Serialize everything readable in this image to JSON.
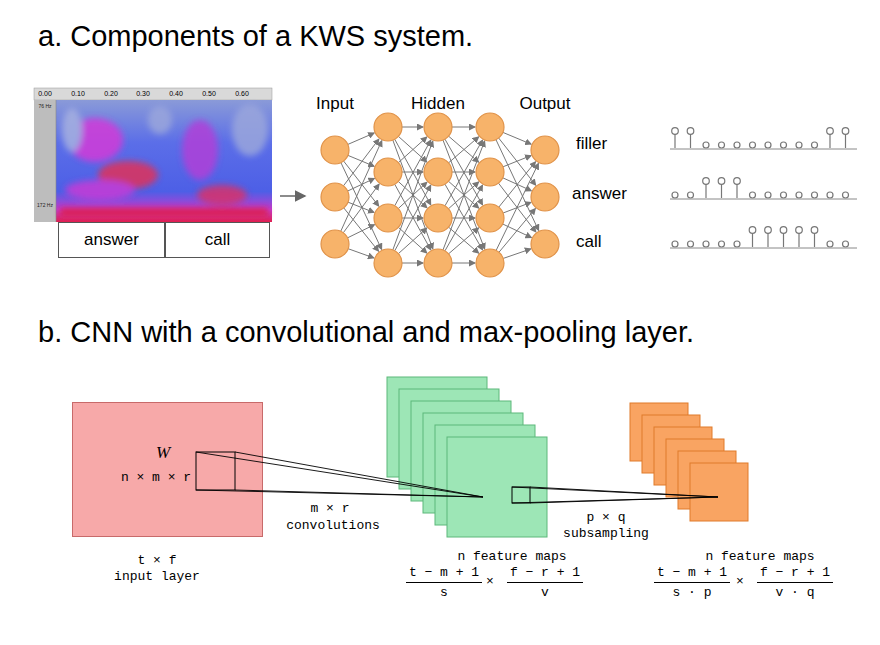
{
  "diagram": {
    "title": "a. Components of a KWS system.",
    "nodes": [
      {
        "text": [
          "answer"
        ]
      },
      {
        "text": [
          "call"
        ]
      },
      {
        "text": [
          "W",
          "n × m × r"
        ]
      }
    ],
    "labels": [
      "b. CNN with a convolutional and max-pooling layer.",
      "0.00",
      "0.10",
      "0.20",
      "0.30",
      "0.40",
      "0.50",
      "0.60",
      "76 Hz",
      "172 Hz",
      "Input",
      "Hidden",
      "Output",
      "filler",
      "answer",
      "call",
      "t × f",
      "input layer",
      "m × r",
      "convolutions",
      "p × q",
      "subsampling",
      "n feature maps",
      "t − m + 1",
      "s",
      "×",
      "f − r + 1",
      "v",
      "n feature maps",
      "t − m + 1",
      "s · p",
      "×",
      "f − r + 1",
      "v · q"
    ]
  }
}
